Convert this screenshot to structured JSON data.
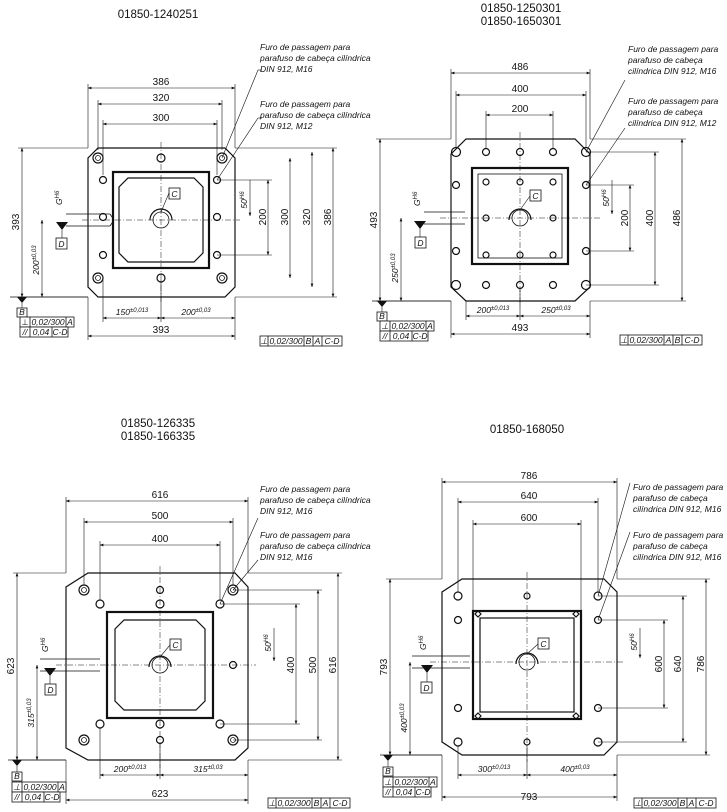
{
  "views": [
    {
      "id": "v1",
      "titles": [
        "01850-1240251"
      ],
      "notes": [
        "Furo de passagem para",
        "parafuso de cabeça cilíndrica",
        "DIN 912, M16",
        "Furo de passagem para",
        "parafuso de cabeça cilíndrica",
        "DIN 912, M12"
      ],
      "top_dims": [
        "386",
        "320",
        "300"
      ],
      "right_dims": [
        "200",
        "300",
        "320",
        "386"
      ],
      "left_dims": [
        "393",
        "200",
        "±0,03"
      ],
      "bottom_dims": [
        "150",
        "±0,013",
        "200",
        "±0,03",
        "393"
      ],
      "fit": [
        "50",
        "H6"
      ],
      "g_label": [
        "G",
        "H6"
      ],
      "datums": [
        "C",
        "D",
        "B"
      ],
      "tol_left": [
        [
          "⊥",
          "0,02/300",
          "A"
        ],
        [
          "//",
          "0,04",
          "C-D"
        ]
      ],
      "tol_right": [
        "⊥",
        "0,02/300",
        "B",
        "A",
        "C-D"
      ]
    },
    {
      "id": "v2",
      "titles": [
        "01850-1250301",
        "01850-1650301"
      ],
      "notes": [
        "Furo de passagem para",
        "parafuso de cabeça",
        "cilíndrica DIN 912, M16",
        "Furo de passagem para",
        "parafuso de cabeça",
        "cilíndrica DIN 912, M12"
      ],
      "top_dims": [
        "486",
        "400",
        "200"
      ],
      "right_dims": [
        "200",
        "400",
        "486"
      ],
      "left_dims": [
        "493",
        "250",
        "±0,03"
      ],
      "bottom_dims": [
        "200",
        "±0,013",
        "250",
        "±0,03",
        "493"
      ],
      "fit": [
        "50",
        "H6"
      ],
      "g_label": [
        "G",
        "H6"
      ],
      "datums": [
        "C",
        "D",
        "B"
      ],
      "tol_left": [
        [
          "⊥",
          "0,02/300",
          "A"
        ],
        [
          "//",
          "0,04",
          "C-D"
        ]
      ],
      "tol_right": [
        "⊥",
        "0,02/300",
        "A",
        "B",
        "C-D"
      ]
    },
    {
      "id": "v3",
      "titles": [
        "01850-126335",
        "01850-166335"
      ],
      "notes": [
        "Furo de passagem para",
        "parafuso de cabeça cilíndrica",
        "DIN 912, M16",
        "Furo de passagem para",
        "parafuso de cabeça cilíndrica",
        "DIN 912, M16"
      ],
      "top_dims": [
        "616",
        "500",
        "400"
      ],
      "right_dims": [
        "400",
        "500",
        "616"
      ],
      "left_dims": [
        "623",
        "315",
        "±0,03"
      ],
      "bottom_dims": [
        "200",
        "±0,013",
        "315",
        "±0,03",
        "623"
      ],
      "fit": [
        "50",
        "H6"
      ],
      "g_label": [
        "G",
        "H6"
      ],
      "datums": [
        "C",
        "D",
        "B"
      ],
      "tol_left": [
        [
          "⊥",
          "0,02/300",
          "A"
        ],
        [
          "//",
          "0,04",
          "C-D"
        ]
      ],
      "tol_right": [
        "⊥",
        "0,02/300",
        "B",
        "A",
        "C-D"
      ]
    },
    {
      "id": "v4",
      "titles": [
        "01850-168050"
      ],
      "notes": [
        "Furo de passagem para",
        "parafuso de cabeça",
        "cilíndrica DIN 912, M16",
        "Furo de passagem para",
        "parafuso de cabeça",
        "cilíndrica DIN 912, M16"
      ],
      "top_dims": [
        "786",
        "640",
        "600"
      ],
      "right_dims": [
        "600",
        "640",
        "786"
      ],
      "left_dims": [
        "793",
        "400",
        "±0,03"
      ],
      "bottom_dims": [
        "300",
        "±0,013",
        "400",
        "±0,03",
        "793"
      ],
      "fit": [
        "50",
        "H6"
      ],
      "g_label": [
        "G",
        "H6"
      ],
      "datums": [
        "C",
        "D",
        "B"
      ],
      "tol_left": [
        [
          "⊥",
          "0,02/300",
          "A"
        ],
        [
          "//",
          "0,04",
          "C-D"
        ]
      ],
      "tol_right": [
        "⊥",
        "0,02/300",
        "B",
        "A",
        "C-D"
      ]
    }
  ]
}
